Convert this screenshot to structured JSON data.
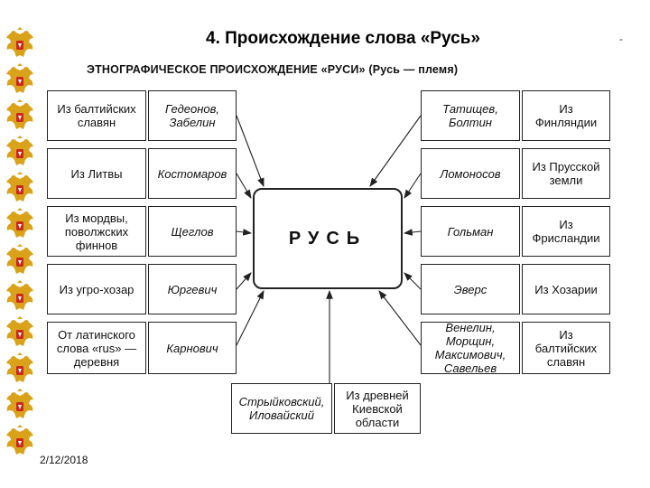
{
  "title": "4. Происхождение слова «Русь»",
  "subtitle": "ЭТНОГРАФИЧЕСКОЕ ПРОИСХОЖДЕНИЕ «РУСИ» (Русь — племя)",
  "center": "РУСЬ",
  "left_rows": [
    {
      "origin": "Из балтийских славян",
      "author": "Гедеонов, Забелин"
    },
    {
      "origin": "Из Литвы",
      "author": "Костомаров"
    },
    {
      "origin": "Из мордвы, поволжских финнов",
      "author": "Щеглов"
    },
    {
      "origin": "Из угро-хозар",
      "author": "Юргевич"
    },
    {
      "origin": "От латинского слова «rus» — деревня",
      "author": "Карнович"
    }
  ],
  "right_rows": [
    {
      "author": "Татищев, Болтин",
      "origin": "Из Финляндии"
    },
    {
      "author": "Ломоносов",
      "origin": "Из Прусской земли"
    },
    {
      "author": "Гольман",
      "origin": "Из Фрисландии"
    },
    {
      "author": "Эверс",
      "origin": "Из Хозарии"
    },
    {
      "author": "Венелин, Морщин, Максимович, Савельев",
      "origin": "Из балтийских славян"
    }
  ],
  "bottom_row": {
    "author": "Стрыйковский, Иловайский",
    "origin": "Из древней Киевской области"
  },
  "date": "2/12/2018",
  "emblem_icon": "double-headed-eagle-icon",
  "colors": {
    "emblem_gold": "#d9a21a",
    "emblem_red": "#c8281e"
  }
}
